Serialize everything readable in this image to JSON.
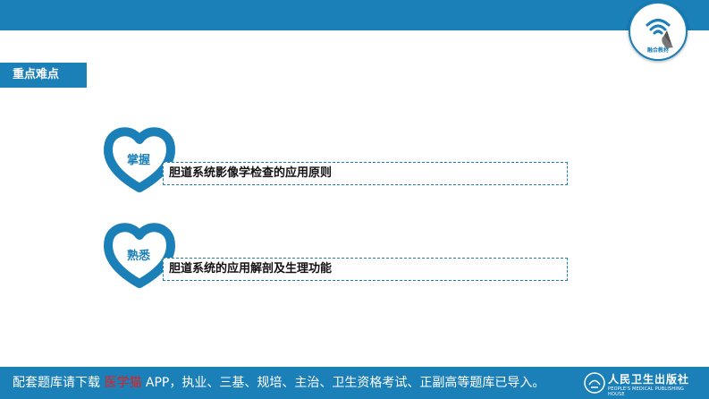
{
  "badge": {
    "label": "融合教材"
  },
  "section": {
    "title": "重点难点"
  },
  "items": [
    {
      "tag": "掌握",
      "text": "胆道系统影像学检查的应用原则"
    },
    {
      "tag": "熟悉",
      "text": "胆道系统的应用解剖及生理功能"
    }
  ],
  "footer": {
    "prefix": "配套题库请下载 ",
    "highlight": "医学猫",
    "suffix": " APP，执业、三基、规培、主治、卫生资格考试、正副高等题库已导入。"
  },
  "publisher": {
    "name": "人民卫生出版社",
    "name_en": "PEOPLE'S MEDICAL PUBLISHING HOUSE"
  },
  "colors": {
    "primary": "#1b7fb8",
    "highlight": "#e02020"
  }
}
